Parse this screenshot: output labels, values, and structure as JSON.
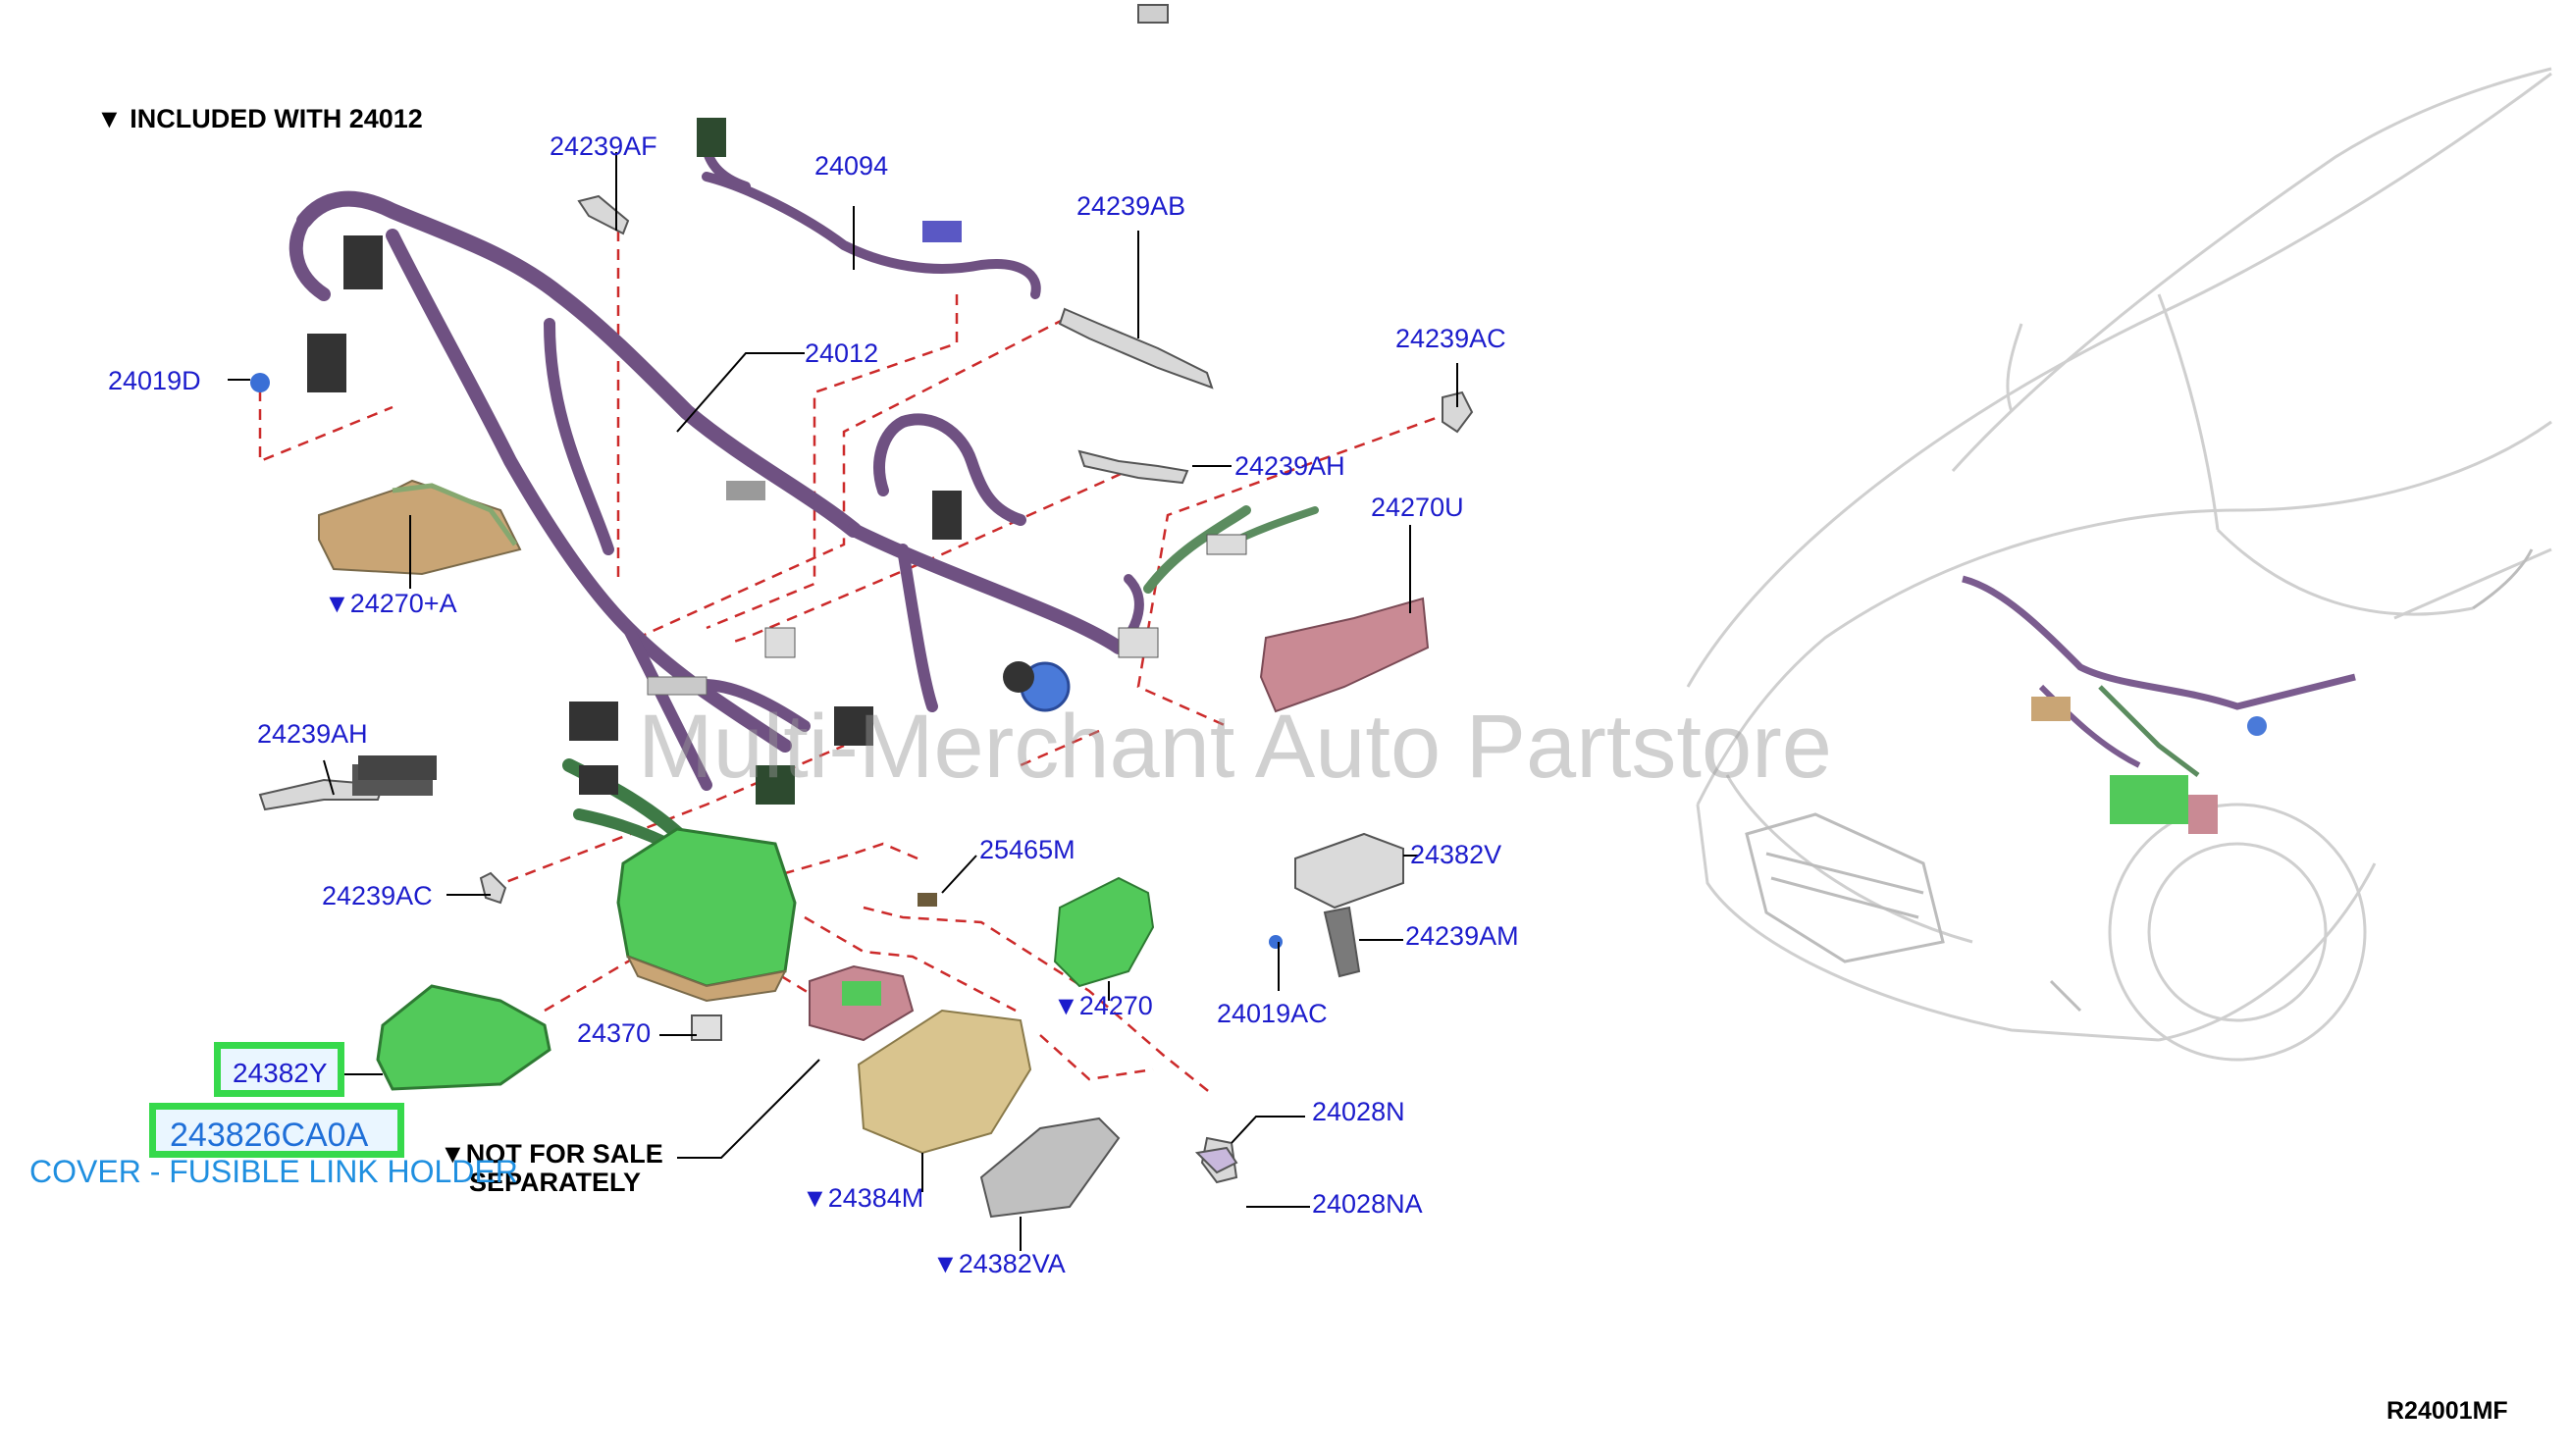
{
  "header_note": "▼ INCLUDED WITH 24012",
  "labels": {
    "l24239AF": "24239AF",
    "l24094": "24094",
    "l24239AB": "24239AB",
    "l24239AC_top": "24239AC",
    "l24012": "24012",
    "l24019D": "24019D",
    "l24239AH_top": "24239AH",
    "l24270U": "24270U",
    "l24270A": "▼24270+A",
    "l24239AH_left": "24239AH",
    "l24239AC_left": "24239AC",
    "l25465M": "25465M",
    "l24382V": "24382V",
    "l24239AM": "24239AM",
    "l24270": "▼24270",
    "l24019AC": "24019AC",
    "l24370": "24370",
    "l24028N": "24028N",
    "l24028NA": "24028NA",
    "l24384M": "▼24384M",
    "l24382VA": "▼24382VA"
  },
  "not_for_sale": [
    "▼NOT FOR SALE",
    "SEPARATELY"
  ],
  "highlight_part": "24382Y",
  "highlight_partnumber": "243826CA0A",
  "part_description": "COVER - FUSIBLE LINK HOLDER",
  "watermark": "Multi-Merchant Auto Partstore",
  "diagram_code": "R24001MF",
  "colors": {
    "label_blue": "#1c1ccc",
    "leader_red": "#cc2a2a",
    "harness_purple": "#7b5c8f",
    "highlight_green": "#36d94b",
    "part_green": "#52c95a",
    "part_tan": "#c9a575",
    "part_pink": "#c98a94"
  }
}
